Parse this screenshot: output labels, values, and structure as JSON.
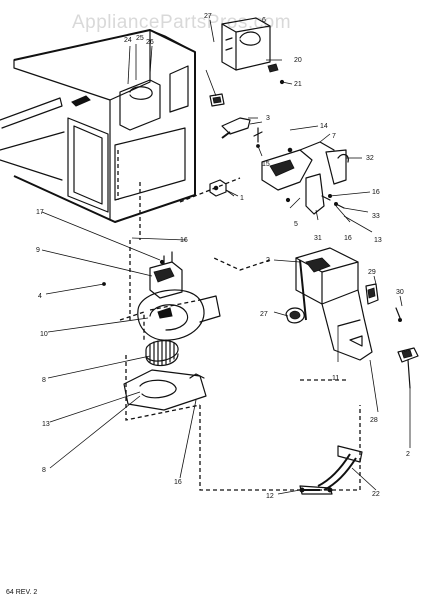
{
  "watermark": "AppliancePartsPros.com",
  "footer": "64 REV. 2",
  "callouts": {
    "c24": "24",
    "c25": "25",
    "c26": "26",
    "c27": "27",
    "c6": "6",
    "c20": "20",
    "c21": "21",
    "c3": "3",
    "c14": "14",
    "c7": "7",
    "c15": "15",
    "c32": "32",
    "c16a": "16",
    "c1": "1",
    "c5": "5",
    "c31": "31",
    "c16b": "16",
    "c33": "33",
    "c13a": "13",
    "c17": "17",
    "c16c": "16",
    "c9": "9",
    "c4": "4",
    "c2a": "2",
    "c29": "29",
    "c30": "30",
    "c27b": "27",
    "c10": "10",
    "c11": "11",
    "c8a": "8",
    "c13b": "13",
    "c8b": "8",
    "c16d": "16",
    "c28": "28",
    "c2b": "2",
    "c12": "12",
    "c22": "22"
  }
}
